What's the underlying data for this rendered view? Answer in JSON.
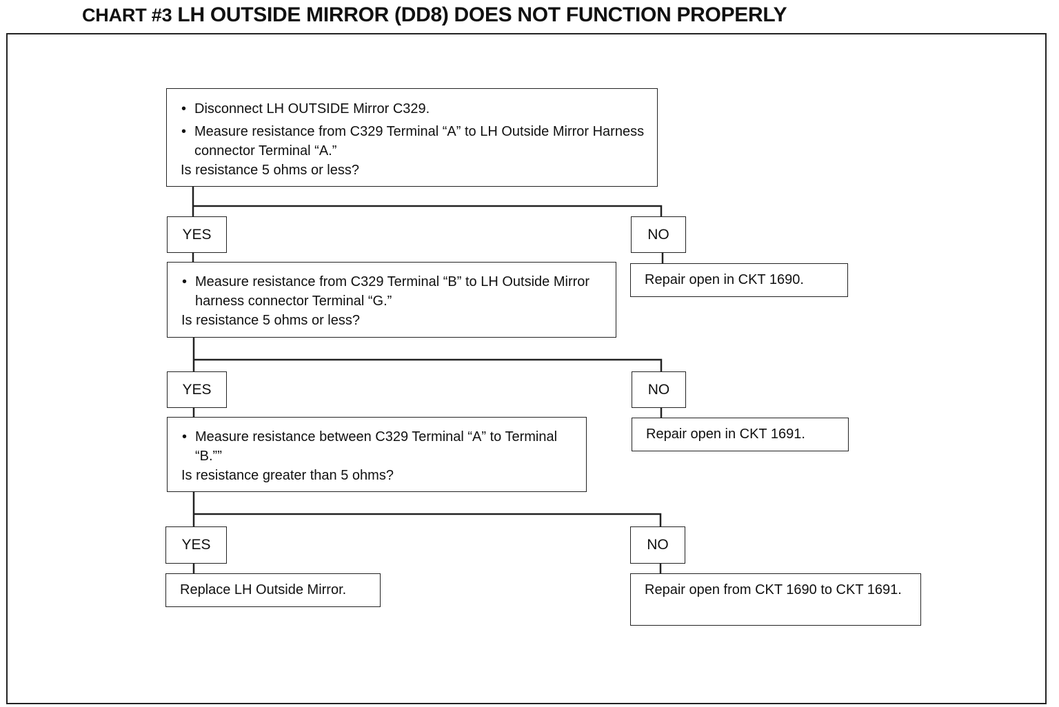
{
  "title": {
    "number": "CHART #3",
    "text": "LH OUTSIDE MIRROR (DD8) DOES NOT FUNCTION PROPERLY"
  },
  "steps": [
    {
      "bullets": [
        "Disconnect LH OUTSIDE Mirror C329.",
        "Measure resistance from C329 Terminal “A” to LH Outside Mirror Harness connector Terminal “A.”"
      ],
      "question": "Is resistance 5 ohms or less?"
    },
    {
      "bullets": [
        "Measure resistance from C329 Terminal “B” to LH Outside Mirror harness connector Terminal “G.”"
      ],
      "question": "Is resistance 5 ohms or less?"
    },
    {
      "bullets": [
        "Measure resistance between C329 Terminal “A” to Terminal “B.””"
      ],
      "question": "Is resistance greater than 5 ohms?"
    }
  ],
  "branches": [
    {
      "yes": "YES",
      "no": "NO",
      "no_action": "Repair open in CKT 1690."
    },
    {
      "yes": "YES",
      "no": "NO",
      "no_action": "Repair open in CKT 1691."
    },
    {
      "yes": "YES",
      "no": "NO",
      "yes_action": "Replace LH Outside Mirror.",
      "no_action": "Repair open from CKT 1690 to CKT 1691."
    }
  ]
}
